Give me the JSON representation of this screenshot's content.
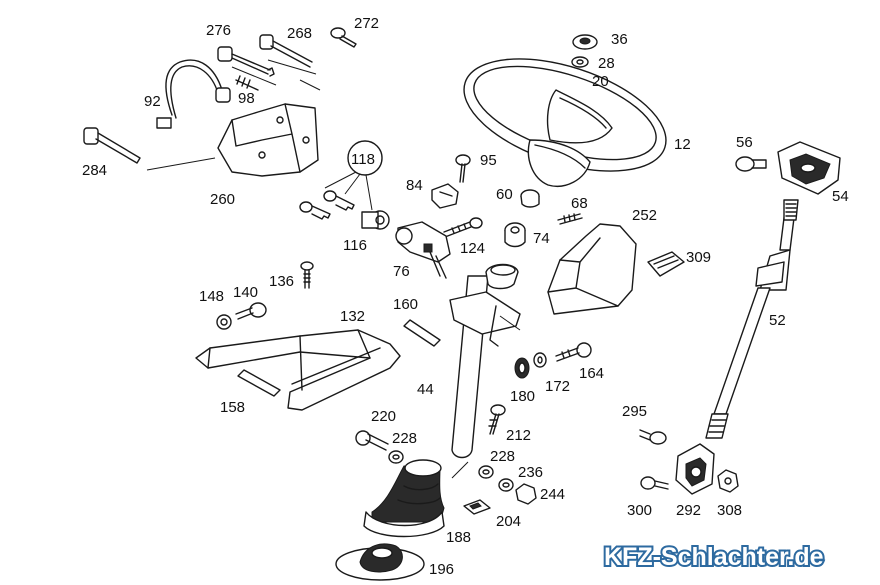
{
  "watermark": "KFZ-Schlachter.de",
  "parts": [
    {
      "id": "276",
      "label": "276"
    },
    {
      "id": "268",
      "label": "268"
    },
    {
      "id": "272",
      "label": "272"
    },
    {
      "id": "92",
      "label": "92"
    },
    {
      "id": "98",
      "label": "98"
    },
    {
      "id": "284",
      "label": "284"
    },
    {
      "id": "260",
      "label": "260"
    },
    {
      "id": "36",
      "label": "36"
    },
    {
      "id": "28",
      "label": "28"
    },
    {
      "id": "20",
      "label": "20"
    },
    {
      "id": "12",
      "label": "12"
    },
    {
      "id": "56",
      "label": "56"
    },
    {
      "id": "54",
      "label": "54"
    },
    {
      "id": "118",
      "label": "118"
    },
    {
      "id": "95",
      "label": "95"
    },
    {
      "id": "84",
      "label": "84"
    },
    {
      "id": "60",
      "label": "60"
    },
    {
      "id": "68",
      "label": "68"
    },
    {
      "id": "252",
      "label": "252"
    },
    {
      "id": "116",
      "label": "116"
    },
    {
      "id": "124",
      "label": "124"
    },
    {
      "id": "74",
      "label": "74"
    },
    {
      "id": "76",
      "label": "76"
    },
    {
      "id": "309",
      "label": "309"
    },
    {
      "id": "136",
      "label": "136"
    },
    {
      "id": "148",
      "label": "148"
    },
    {
      "id": "140",
      "label": "140"
    },
    {
      "id": "132",
      "label": "132"
    },
    {
      "id": "160",
      "label": "160"
    },
    {
      "id": "52",
      "label": "52"
    },
    {
      "id": "44",
      "label": "44"
    },
    {
      "id": "180",
      "label": "180"
    },
    {
      "id": "172",
      "label": "172"
    },
    {
      "id": "164",
      "label": "164"
    },
    {
      "id": "158",
      "label": "158"
    },
    {
      "id": "295",
      "label": "295"
    },
    {
      "id": "220",
      "label": "220"
    },
    {
      "id": "212",
      "label": "212"
    },
    {
      "id": "228a",
      "label": "228"
    },
    {
      "id": "228b",
      "label": "228"
    },
    {
      "id": "236",
      "label": "236"
    },
    {
      "id": "244",
      "label": "244"
    },
    {
      "id": "204",
      "label": "204"
    },
    {
      "id": "300",
      "label": "300"
    },
    {
      "id": "292",
      "label": "292"
    },
    {
      "id": "308",
      "label": "308"
    },
    {
      "id": "188",
      "label": "188"
    },
    {
      "id": "196",
      "label": "196"
    }
  ]
}
